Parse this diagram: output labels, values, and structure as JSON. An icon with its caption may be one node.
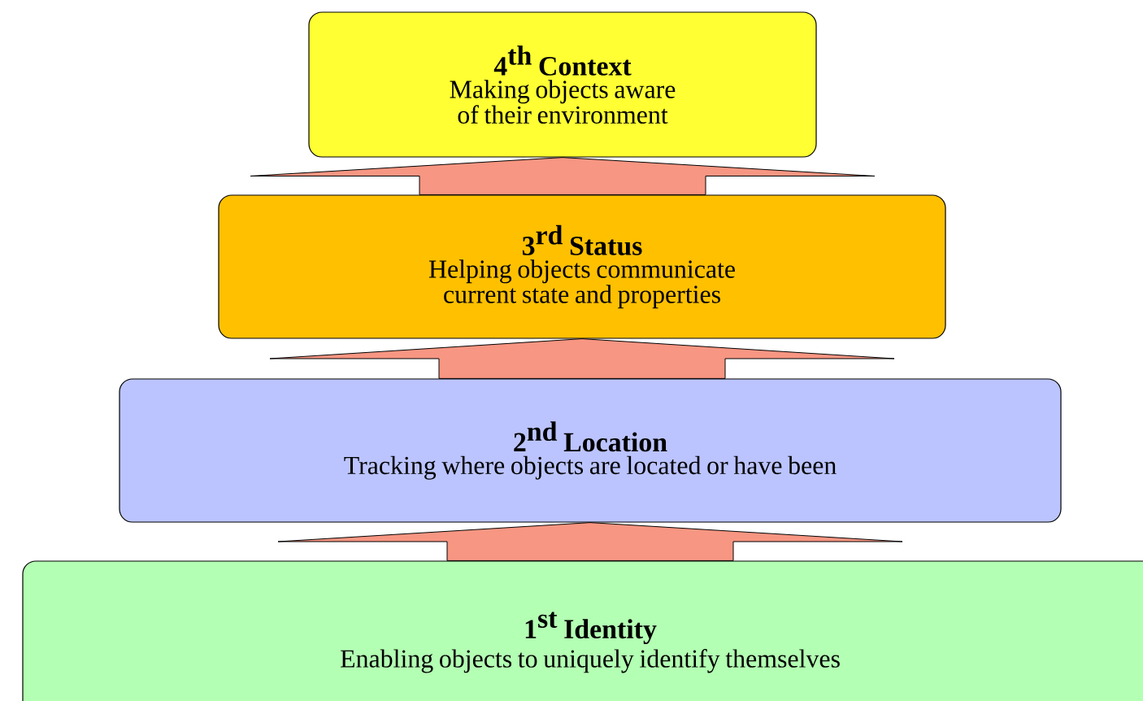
{
  "diagram": {
    "nodes": [
      {
        "text": [
          "\\textbf{4}^{\\textbf{th}}\\ \\textbf{Context}",
          "Making objects aware of their environment"
        ]
      },
      {
        "text": [
          "\\textbf{3}^{\\textbf{rd}}\\ \\textbf{Status}",
          "Helping objects communicate current state and properties"
        ]
      },
      {
        "text": [
          "\\textbf{2}^{\\textbf{nd}}\\ \\textbf{Location}",
          "Tracking where objects are located or have been"
        ]
      },
      {
        "text": [
          "\\textbf{1}^{\\textbf{st}}\\ \\textbf{Identity}",
          "Enabling objects to uniquely identify themselves"
        ]
      }
    ],
    "edges": [
      {
        "from": 3,
        "to": 2,
        "arrow": "to"
      },
      {
        "from": 2,
        "to": 1,
        "arrow": "to"
      },
      {
        "from": 1,
        "to": 0,
        "arrow": "to"
      }
    ]
  }
}
